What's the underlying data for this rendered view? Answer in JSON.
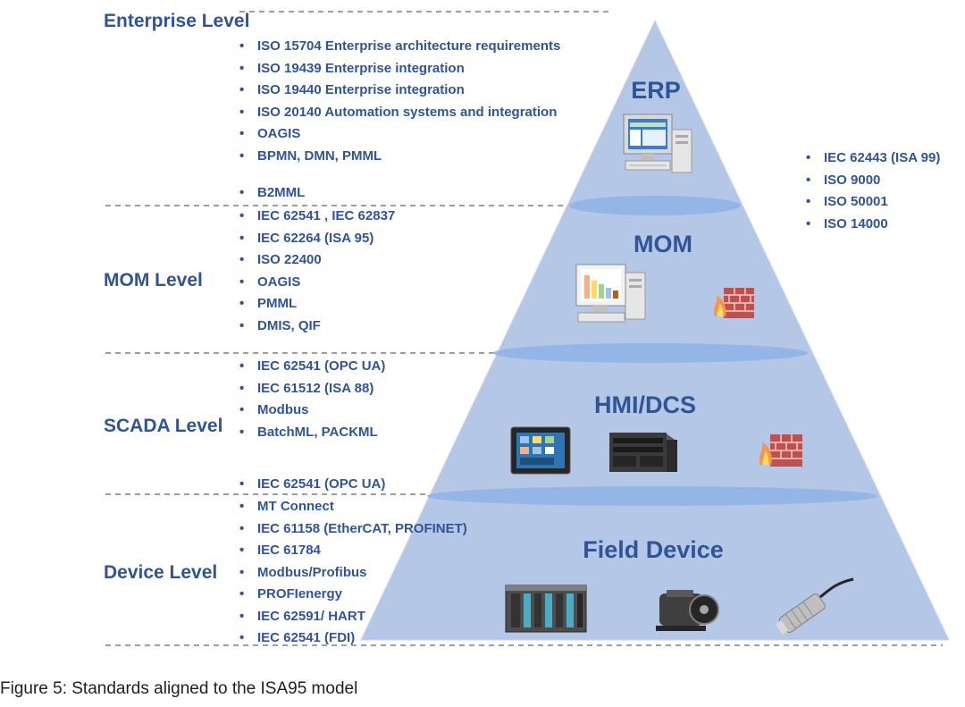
{
  "levels": [
    {
      "name": "Enterprise Level"
    },
    {
      "name": "MOM Level"
    },
    {
      "name": "SCADA Level"
    },
    {
      "name": "Device Level"
    }
  ],
  "standards": {
    "enterprise": [
      "ISO 15704 Enterprise architecture requirements",
      "ISO 19439 Enterprise integration",
      "ISO 19440  Enterprise integration",
      "ISO 20140  Automation systems and integration",
      "OAGIS",
      "BPMN, DMN, PMML"
    ],
    "enterprise_mom_interface": [
      "B2MML"
    ],
    "mom": [
      "IEC 62541 , IEC 62837",
      "IEC 62264 (ISA 95)",
      "ISO 22400",
      "OAGIS",
      "PMML",
      "DMIS, QIF"
    ],
    "scada": [
      "IEC 62541 (OPC UA)",
      "IEC 61512 (ISA 88)",
      "Modbus",
      "BatchML, PACKML"
    ],
    "scada_device_interface": [
      "IEC 62541 (OPC UA)"
    ],
    "device": [
      "MT Connect",
      "IEC 61158 (EtherCAT, PROFINET)",
      "IEC 61784",
      "Modbus/Profibus",
      "PROFIenergy",
      "IEC 62591/ HART",
      "IEC 62541 (FDI)"
    ],
    "cross_cutting": [
      "IEC 62443 (ISA 99)",
      "ISO 9000",
      "ISO 50001",
      "ISO 14000"
    ]
  },
  "pyramid": {
    "layers": [
      "ERP",
      "MOM",
      "HMI/DCS",
      "Field Device"
    ],
    "icons": [
      "erp-computer-icon",
      "mom-computer-icon",
      "firewall-icon",
      "hmi-touch-panel-icon",
      "industrial-pc-icon",
      "servo-motor-icon",
      "plc-module-icon",
      "proximity-sensor-icon"
    ],
    "colors": {
      "fill": "#b4c7e7",
      "band": "#8fb4e6",
      "dashed_line": "#7f7f7f",
      "text": "#2f5597"
    }
  },
  "caption": "Figure 5: Standards aligned to the ISA95 model"
}
